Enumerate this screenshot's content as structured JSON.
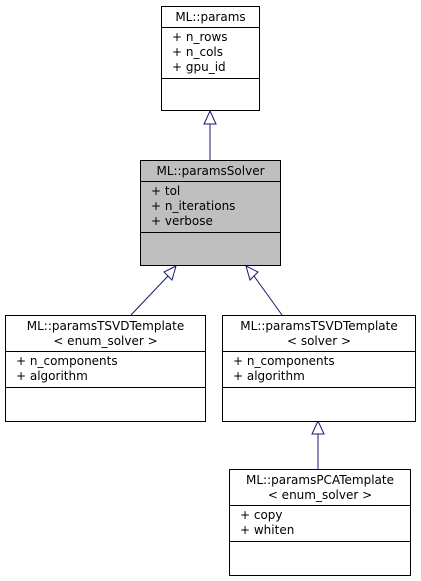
{
  "nodes": [
    {
      "id": "params",
      "title": [
        "ML::params"
      ],
      "attributes": [
        "+ n_rows",
        "+ n_cols",
        "+ gpu_id"
      ]
    },
    {
      "id": "paramsSolver",
      "title": [
        "ML::paramsSolver"
      ],
      "attributes": [
        "+ tol",
        "+ n_iterations",
        "+ verbose"
      ],
      "highlighted": true
    },
    {
      "id": "tsvd_enum",
      "title": [
        "ML::paramsTSVDTemplate",
        "< enum_solver >"
      ],
      "attributes": [
        "+ n_components",
        "+ algorithm"
      ]
    },
    {
      "id": "tsvd_solver",
      "title": [
        "ML::paramsTSVDTemplate",
        "< solver >"
      ],
      "attributes": [
        "+ n_components",
        "+ algorithm"
      ]
    },
    {
      "id": "pca",
      "title": [
        "ML::paramsPCATemplate",
        "< enum_solver >"
      ],
      "attributes": [
        "+ copy",
        "+ whiten"
      ]
    }
  ],
  "edges": [
    {
      "from": "paramsSolver",
      "to": "params",
      "type": "inheritance"
    },
    {
      "from": "tsvd_enum",
      "to": "paramsSolver",
      "type": "inheritance"
    },
    {
      "from": "tsvd_solver",
      "to": "paramsSolver",
      "type": "inheritance"
    },
    {
      "from": "pca",
      "to": "tsvd_solver",
      "type": "inheritance"
    }
  ],
  "colors": {
    "highlight_fill": "#bfbfbf",
    "line": "#191970",
    "border": "#000000"
  }
}
